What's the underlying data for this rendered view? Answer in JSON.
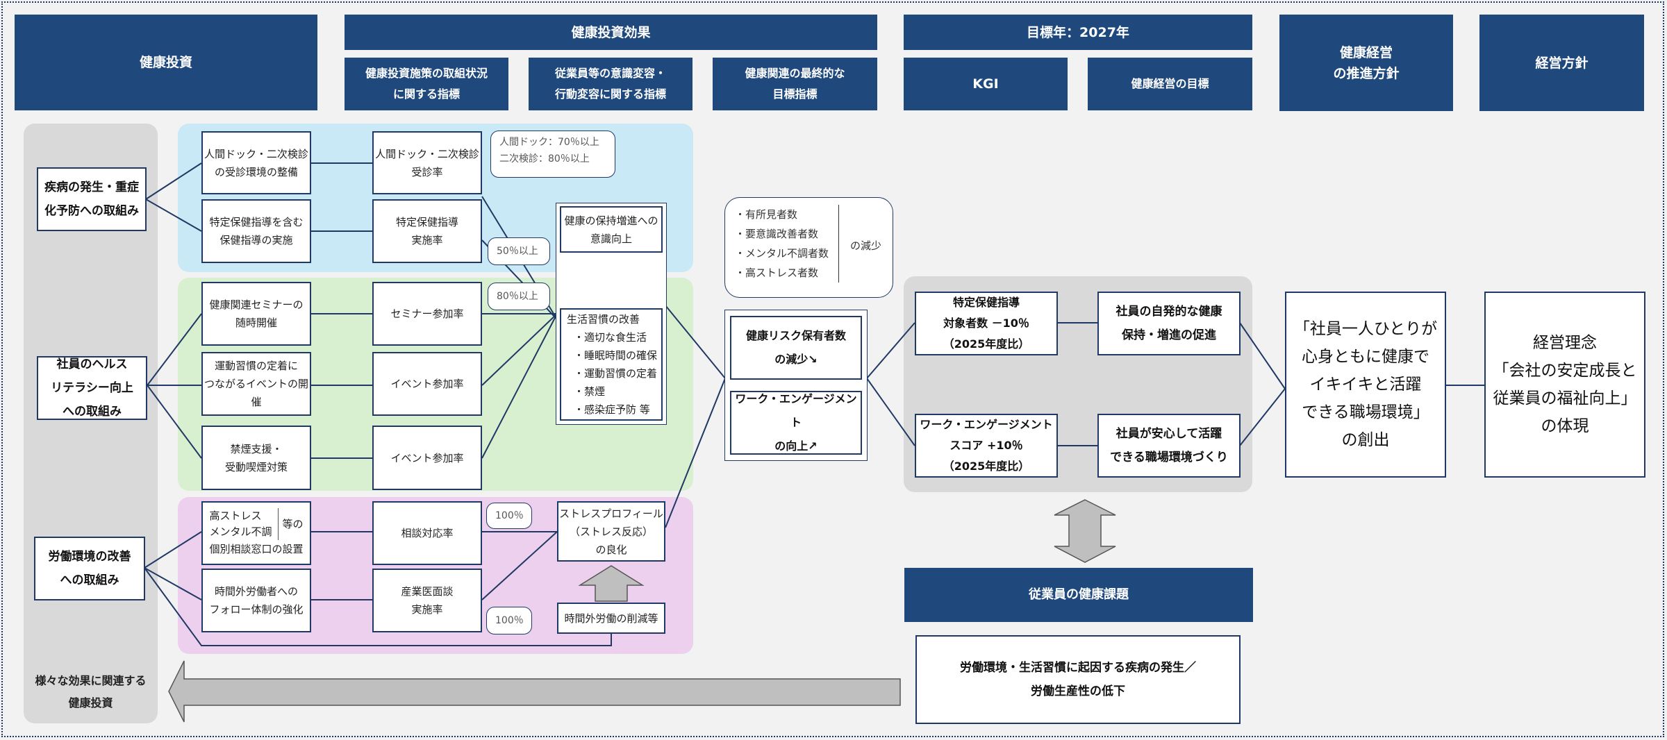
{
  "headers": {
    "investment": "健康投資",
    "effect": "健康投資効果",
    "effect_sub": [
      "健康投資施策の取組状況\nに関する指標",
      "従業員等の意識変容・\n行動変容に関する指標",
      "健康関連の最終的な\n目標指標"
    ],
    "target_year": "目標年：2027年",
    "kgi": "KGI",
    "goal": "健康経営の目標",
    "policy": "健康経営\nの推進方針",
    "management": "経営方針"
  },
  "initiatives": [
    {
      "label": "疾病の発生・重症\n化予防への取組み"
    },
    {
      "label": "社員のヘルス\nリテラシー向上\nへの取組み"
    },
    {
      "label": "労働環境の改善\nへの取組み"
    }
  ],
  "related_investment_label": "様々な効果に関連する\n健康投資",
  "measures": [
    "人間ドック・二次検診\nの受診環境の整備",
    "特定保健指導を含む\n保健指導の実施",
    "健康関連セミナーの\n随時開催",
    "運動習慣の定着に\nつながるイベントの開催",
    "禁煙支援・\n受動喫煙対策",
    "時間外労働者への\nフォロー体制の強化"
  ],
  "stress_measure": {
    "items": "高ストレス\nメンタル不調",
    "suffix": "等の",
    "tail": "個別相談窓口の設置"
  },
  "indicators": [
    "人間ドック・二次検診\n受診率",
    "特定保健指導\n実施率",
    "セミナー参加率",
    "イベント参加率",
    "イベント参加率",
    "相談対応率",
    "産業医面談\n実施率"
  ],
  "targets": {
    "checkup": "人間ドック：70％以上\n二次検診：80％以上",
    "guidance": "50％以上",
    "seminar": "80％以上",
    "consult": "100％",
    "doctor": "100％"
  },
  "behavior": {
    "awareness": "健康の保持増進への\n意識向上",
    "lifestyle_title": "生活習慣の改善",
    "lifestyle_items": [
      "・適切な食生活",
      "・睡眠時間の確保",
      "・運動習慣の定着",
      "・禁煙",
      "・感染症予防 等"
    ],
    "stress_profile": "ストレスプロフィール\n（ストレス反応）\nの良化",
    "overtime": "時間外労働の削減等"
  },
  "final_indicators": {
    "callout_items": [
      "・有所見者数",
      "・要意識改善者数",
      "・メンタル不調者数",
      "・高ストレス者数"
    ],
    "callout_suffix": "の減少",
    "risk": "健康リスク保有者数\nの減少↘",
    "engagement": "ワーク・エンゲージメント\nの向上↗"
  },
  "kgi": [
    "特定保健指導\n対象者数 －10％\n（2025年度比）",
    "ワーク・エンゲージメント\nスコア +10％\n（2025年度比）"
  ],
  "goals": [
    "社員の自発的な健康\n保持・増進の促進",
    "社員が安心して活躍\nできる職場環境づくり"
  ],
  "policy_text": "「社員一人ひとりが\n心身ともに健康で\nイキイキと活躍\nできる職場環境」\nの創出",
  "management_text": "経営理念\n「会社の安定成長と\n従業員の福祉向上」\nの体現",
  "issues": {
    "title": "従業員の健康課題",
    "text": "労働環境・生活習慣に起因する疾病の発生／\n労働生産性の低下"
  },
  "colors": {
    "header": "#1f497d",
    "line": "#1f3864",
    "panel_gray": "#d9d9d9",
    "panel_blue": "#c9e9f7",
    "panel_green": "#d8f0d0",
    "panel_pink": "#ecd0ee",
    "arrow": "#bfbfbf"
  }
}
